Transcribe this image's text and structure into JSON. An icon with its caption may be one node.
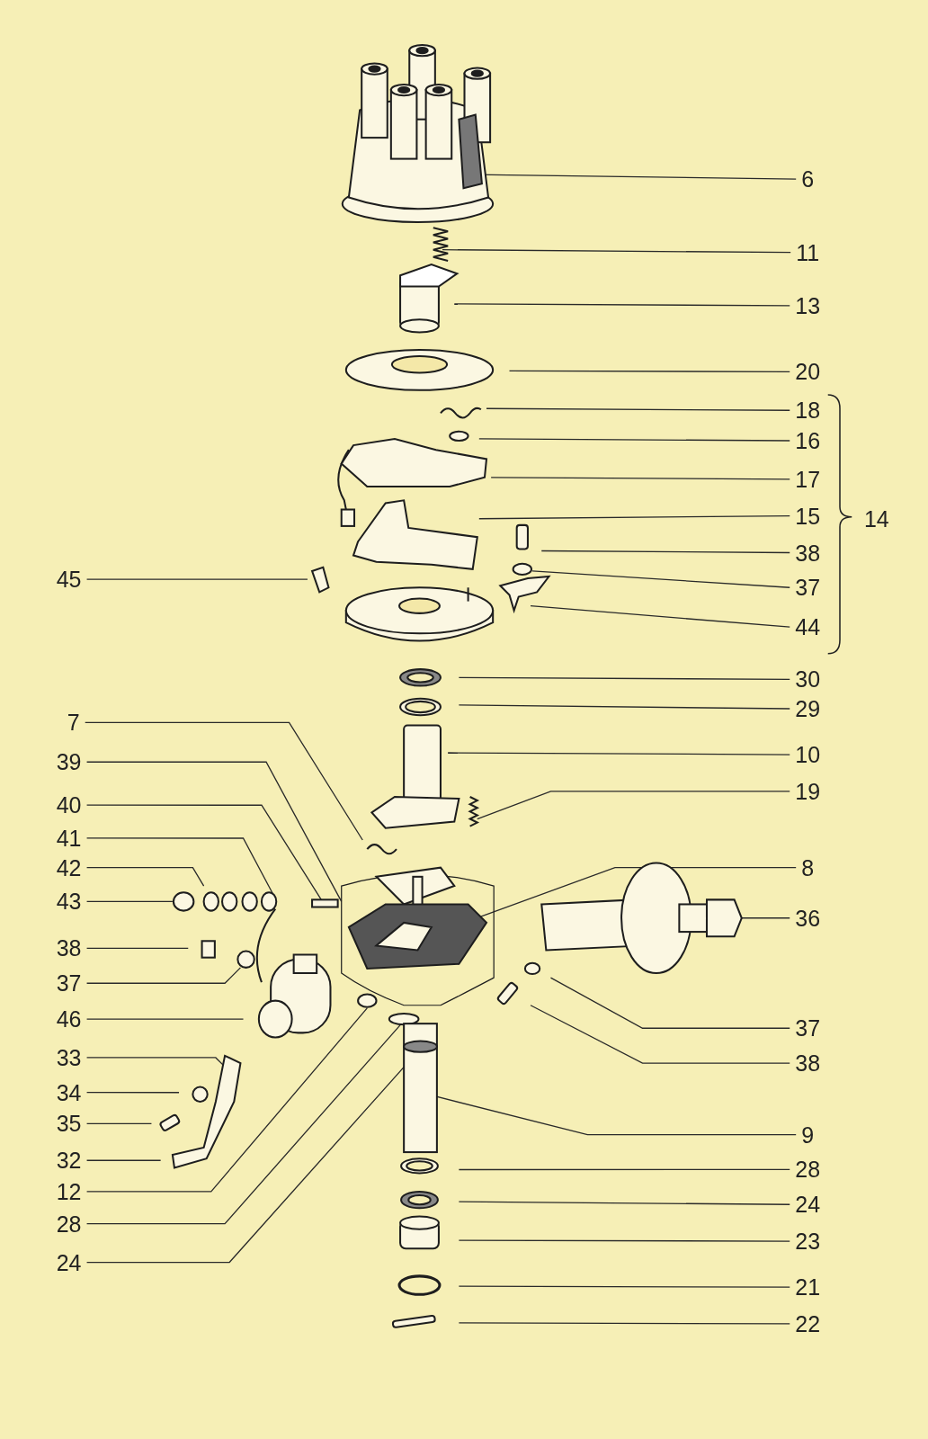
{
  "diagram": {
    "nodes": [
      {
        "text": [
          "6"
        ]
      },
      {
        "text": [
          "11"
        ]
      },
      {
        "text": [
          "13"
        ]
      },
      {
        "text": [
          "20"
        ]
      },
      {
        "text": [
          "18"
        ]
      },
      {
        "text": [
          "16"
        ]
      },
      {
        "text": [
          "17"
        ]
      },
      {
        "text": [
          "15"
        ]
      },
      {
        "text": [
          "38"
        ]
      },
      {
        "text": [
          "45"
        ]
      },
      {
        "text": [
          "37"
        ]
      },
      {
        "text": [
          "44"
        ]
      },
      {
        "text": [
          "30"
        ]
      },
      {
        "text": [
          "29"
        ]
      },
      {
        "text": [
          "7"
        ]
      },
      {
        "text": [
          "10"
        ]
      },
      {
        "text": [
          "39"
        ]
      },
      {
        "text": [
          "19"
        ]
      },
      {
        "text": [
          "40"
        ]
      },
      {
        "text": [
          "41"
        ]
      },
      {
        "text": [
          "8"
        ]
      },
      {
        "text": [
          "42"
        ]
      },
      {
        "text": [
          "43"
        ]
      },
      {
        "text": [
          "36"
        ]
      },
      {
        "text": [
          "38"
        ]
      },
      {
        "text": [
          "37"
        ]
      },
      {
        "text": [
          "46"
        ]
      },
      {
        "text": [
          "37"
        ]
      },
      {
        "text": [
          "33"
        ]
      },
      {
        "text": [
          "38"
        ]
      },
      {
        "text": [
          "34"
        ]
      },
      {
        "text": [
          "35"
        ]
      },
      {
        "text": [
          "9"
        ]
      },
      {
        "text": [
          "32"
        ]
      },
      {
        "text": [
          "28"
        ]
      },
      {
        "text": [
          "12"
        ]
      },
      {
        "text": [
          "24"
        ]
      },
      {
        "text": [
          "28"
        ]
      },
      {
        "text": [
          "23"
        ]
      },
      {
        "text": [
          "24"
        ]
      },
      {
        "text": [
          "21"
        ]
      },
      {
        "text": [
          "22"
        ]
      }
    ],
    "edges": [
      {
        "from": 0,
        "to": null,
        "arrow": "none"
      },
      {
        "from": 1,
        "to": null,
        "arrow": "none"
      },
      {
        "from": 2,
        "to": null,
        "arrow": "none"
      },
      {
        "from": 3,
        "to": null,
        "arrow": "none"
      },
      {
        "from": 4,
        "to": null,
        "arrow": "none"
      },
      {
        "from": 5,
        "to": null,
        "arrow": "none"
      },
      {
        "from": 6,
        "to": null,
        "arrow": "none"
      },
      {
        "from": 7,
        "to": null,
        "arrow": "none"
      },
      {
        "from": 8,
        "to": null,
        "arrow": "none"
      },
      {
        "from": 9,
        "to": null,
        "arrow": "none"
      },
      {
        "from": 10,
        "to": null,
        "arrow": "none"
      },
      {
        "from": 11,
        "to": null,
        "arrow": "none"
      },
      {
        "from": 12,
        "to": null,
        "arrow": "none"
      },
      {
        "from": 13,
        "to": null,
        "arrow": "none"
      },
      {
        "from": 14,
        "to": null,
        "arrow": "none"
      },
      {
        "from": 15,
        "to": null,
        "arrow": "none"
      },
      {
        "from": 16,
        "to": null,
        "arrow": "none"
      },
      {
        "from": 17,
        "to": null,
        "arrow": "none"
      },
      {
        "from": 18,
        "to": null,
        "arrow": "none"
      },
      {
        "from": 19,
        "to": null,
        "arrow": "none"
      },
      {
        "from": 20,
        "to": null,
        "arrow": "none"
      },
      {
        "from": 21,
        "to": null,
        "arrow": "none"
      },
      {
        "from": 22,
        "to": null,
        "arrow": "none"
      },
      {
        "from": 23,
        "to": null,
        "arrow": "none"
      },
      {
        "from": 24,
        "to": null,
        "arrow": "none"
      },
      {
        "from": 25,
        "to": null,
        "arrow": "none"
      },
      {
        "from": 26,
        "to": null,
        "arrow": "none"
      },
      {
        "from": 27,
        "to": null,
        "arrow": "none"
      },
      {
        "from": 28,
        "to": null,
        "arrow": "none"
      },
      {
        "from": 29,
        "to": null,
        "arrow": "none"
      },
      {
        "from": 30,
        "to": null,
        "arrow": "none"
      },
      {
        "from": 31,
        "to": null,
        "arrow": "none"
      },
      {
        "from": 32,
        "to": null,
        "arrow": "none"
      },
      {
        "from": 33,
        "to": null,
        "arrow": "none"
      },
      {
        "from": 34,
        "to": null,
        "arrow": "none"
      },
      {
        "from": 35,
        "to": null,
        "arrow": "none"
      },
      {
        "from": 36,
        "to": null,
        "arrow": "none"
      },
      {
        "from": 37,
        "to": null,
        "arrow": "none"
      },
      {
        "from": 38,
        "to": null,
        "arrow": "none"
      },
      {
        "from": 39,
        "to": null,
        "arrow": "none"
      },
      {
        "from": 40,
        "to": null,
        "arrow": "none"
      },
      {
        "from": 41,
        "to": null,
        "arrow": "none"
      }
    ],
    "labels": [
      "14"
    ]
  }
}
